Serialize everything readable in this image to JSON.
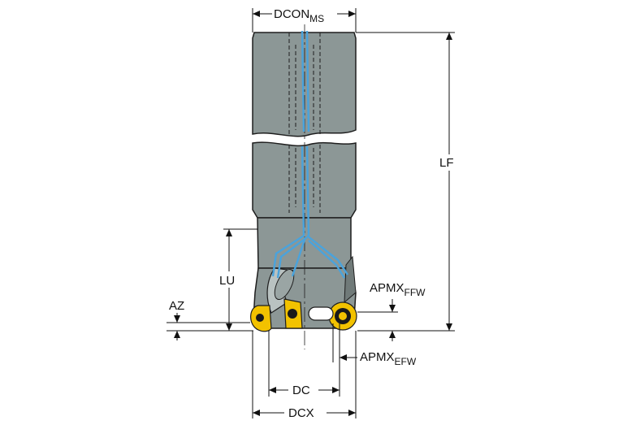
{
  "diagram": {
    "labels": {
      "dcon_ms": {
        "main": "DCON",
        "sub": "MS"
      },
      "lf": "LF",
      "lu": "LU",
      "az": "AZ",
      "apmx_ffw": {
        "main": "APMX",
        "sub": "FFW"
      },
      "apmx_efw": {
        "main": "APMX",
        "sub": "EFW"
      },
      "dc": "DC",
      "dcx": "DCX"
    },
    "colors": {
      "shank": "#8c9796",
      "shank_outline": "#1e1e1e",
      "coolant": "#4aa3dc",
      "insert": "#f2c200",
      "screw": "#1a1a1a",
      "dimension_line": "#111111"
    }
  }
}
